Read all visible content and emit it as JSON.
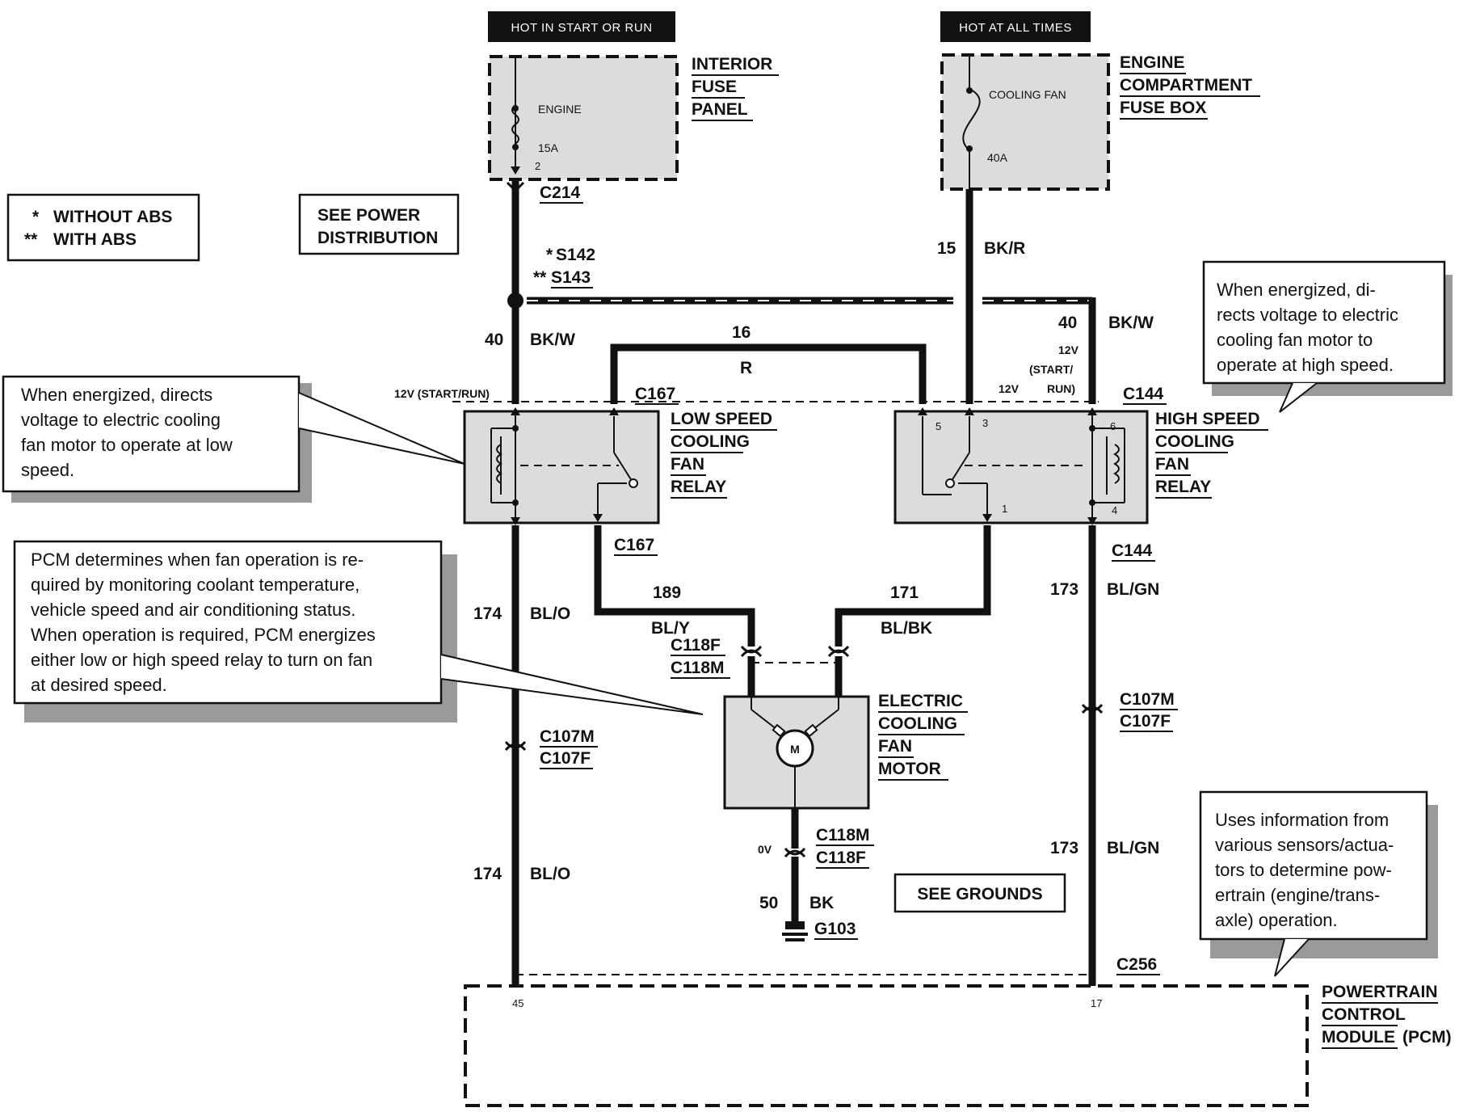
{
  "headers": {
    "hot_start_run": "HOT IN START OR RUN",
    "hot_all_times": "HOT AT ALL TIMES"
  },
  "interior_fuse_panel": {
    "name_lines": [
      "INTERIOR",
      "FUSE",
      "PANEL"
    ],
    "fuse_name": "ENGINE",
    "fuse_rating": "15A",
    "pin": "2"
  },
  "engine_fuse_box": {
    "name_lines": [
      "ENGINE",
      "COMPARTMENT",
      "FUSE BOX"
    ],
    "fuse_name": "COOLING FAN",
    "fuse_rating": "40A"
  },
  "legend": {
    "line1_mark": "*",
    "line1_text": "WITHOUT ABS",
    "line2_mark": "**",
    "line2_text": "WITH ABS"
  },
  "see_power": [
    "SEE POWER",
    "DISTRIBUTION"
  ],
  "see_grounds": "SEE GROUNDS",
  "connectors": {
    "c214": "C214",
    "s142_mark": "*",
    "s142": "S142",
    "s143_mark": "**",
    "s143": "S143",
    "c167_top": "C167",
    "c167_bottom": "C167",
    "c144_top": "C144",
    "c144_bottom": "C144",
    "c118f_upper": "C118F",
    "c118m_upper": "C118M",
    "c107m_left": "C107M",
    "c107f_left": "C107F",
    "c107m_right": "C107M",
    "c107f_right": "C107F",
    "c118m_lower": "C118M",
    "c118f_lower": "C118F",
    "g103": "G103",
    "c256": "C256"
  },
  "wires": {
    "w15": {
      "circuit": "15",
      "color": "BK/R"
    },
    "w40_left": {
      "circuit": "40",
      "color": "BK/W"
    },
    "w40_right": {
      "circuit": "40",
      "color": "BK/W"
    },
    "w16": {
      "circuit": "16",
      "color": "R"
    },
    "w174_upper": {
      "circuit": "174",
      "color": "BL/O"
    },
    "w174_lower": {
      "circuit": "174",
      "color": "BL/O"
    },
    "w189": {
      "circuit": "189",
      "color": "BL/Y"
    },
    "w171": {
      "circuit": "171",
      "color": "BL/BK"
    },
    "w173_upper": {
      "circuit": "173",
      "color": "BL/GN"
    },
    "w173_lower": {
      "circuit": "173",
      "color": "BL/GN"
    },
    "w50": {
      "circuit": "50",
      "color": "BK"
    }
  },
  "voltages": {
    "v12_start_run_left": "12V (START/RUN)",
    "v12_right_a": "12V",
    "v12_right_b": "12V",
    "start_label": "(START/",
    "run_label": "RUN)",
    "v0": "0V"
  },
  "low_relay": {
    "name_lines": [
      "LOW SPEED",
      "COOLING",
      "FAN",
      "RELAY"
    ]
  },
  "high_relay": {
    "name_lines": [
      "HIGH SPEED",
      "COOLING",
      "FAN",
      "RELAY"
    ],
    "pins": [
      "5",
      "3",
      "6",
      "1",
      "4"
    ]
  },
  "fan_motor": {
    "name_lines": [
      "ELECTRIC",
      "COOLING",
      "FAN",
      "MOTOR"
    ],
    "symbol": "M"
  },
  "pcm": {
    "name_lines": [
      "POWERTRAIN",
      "CONTROL",
      "MODULE",
      "(PCM)"
    ],
    "pin_left": "45",
    "pin_right": "17"
  },
  "notes": {
    "low_relay": [
      "When energized, directs",
      "voltage to electric cooling",
      "fan motor to operate at low",
      "speed."
    ],
    "high_relay": [
      "When energized, di-",
      "rects voltage to electric",
      "cooling fan motor to",
      "operate at high speed."
    ],
    "pcm_logic": [
      "PCM determines when fan operation is re-",
      "quired by monitoring coolant temperature,",
      "vehicle speed and air conditioning status.",
      "When operation is required, PCM energizes",
      "either low or high speed relay to turn on fan",
      "at desired speed."
    ],
    "pcm_module": [
      "Uses information from",
      "various sensors/actua-",
      "tors to determine pow-",
      "ertrain (engine/trans-",
      "axle) operation."
    ]
  }
}
